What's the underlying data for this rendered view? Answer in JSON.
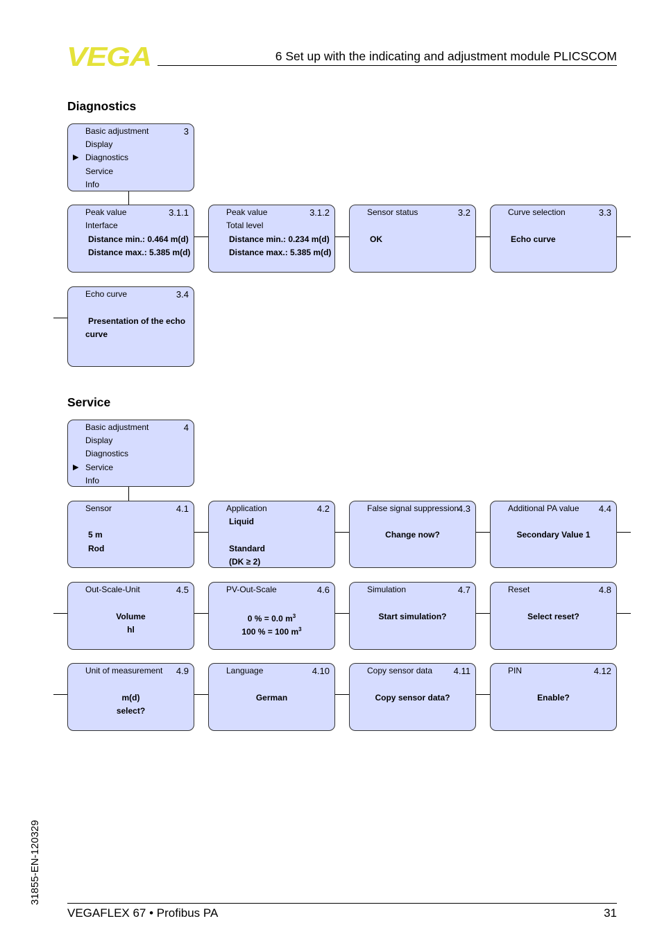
{
  "header": {
    "logo_text": "VEGA",
    "brand_color": "#e4e23a",
    "chapter": "6   Set up with the indicating and adjustment module PLICSCOM"
  },
  "box_color": "#d6dcff",
  "diagnostics": {
    "title": "Diagnostics",
    "menu": {
      "lines": [
        "Basic adjustment",
        "Display",
        "Diagnostics",
        "Service",
        "Info"
      ],
      "num": "3",
      "selected": "Diagnostics"
    },
    "b311": {
      "l1": "Peak value",
      "l2": "Interface",
      "l3": "Distance min.: 0.464 m(d)",
      "l4": "Distance max.: 5.385 m(d)",
      "num": "3.1.1"
    },
    "b312": {
      "l1": "Peak value",
      "l2": "Total level",
      "l3": "Distance min.: 0.234 m(d)",
      "l4": "Distance max.: 5.385 m(d)",
      "num": "3.1.2"
    },
    "b32": {
      "l1": "Sensor status",
      "l2": "OK",
      "num": "3.2"
    },
    "b33": {
      "l1": "Curve selection",
      "l2": "Echo curve",
      "num": "3.3"
    },
    "b34": {
      "l1": "Echo curve",
      "l2": "Presentation of the echo",
      "l3": "curve",
      "num": "3.4"
    }
  },
  "service": {
    "title": "Service",
    "menu": {
      "lines": [
        "Basic adjustment",
        "Display",
        "Diagnostics",
        "Service",
        "Info"
      ],
      "num": "4",
      "selected": "Service"
    },
    "b41": {
      "l1": "Sensor",
      "l2": "5 m",
      "l3": "Rod",
      "num": "4.1"
    },
    "b42": {
      "l1": "Application",
      "l2": "Liquid",
      "l3": "Standard",
      "l4": "(DK ≥ 2)",
      "num": "4.2"
    },
    "b43": {
      "l1": "False signal suppression",
      "l2": "Change now?",
      "num": "4.3"
    },
    "b44": {
      "l1": "Additional PA value",
      "l2": "Secondary Value 1",
      "num": "4.4"
    },
    "b45": {
      "l1": "Out-Scale-Unit",
      "l2": "Volume",
      "l3": "hl",
      "num": "4.5"
    },
    "b46": {
      "l1": "PV-Out-Scale",
      "l2": "0 % = 0.0 m",
      "l3": "100 % = 100 m",
      "sup": "3",
      "num": "4.6"
    },
    "b47": {
      "l1": "Simulation",
      "l2": "Start simulation?",
      "num": "4.7"
    },
    "b48": {
      "l1": "Reset",
      "l2": "Select reset?",
      "num": "4.8"
    },
    "b49": {
      "l1": "Unit of measurement",
      "l2": "m(d)",
      "l3": "select?",
      "num": "4.9"
    },
    "b410": {
      "l1": "Language",
      "l2": "German",
      "num": "4.10"
    },
    "b411": {
      "l1": "Copy sensor data",
      "l2": "Copy sensor data?",
      "num": "4.11"
    },
    "b412": {
      "l1": "PIN",
      "l2": "Enable?",
      "num": "4.12"
    }
  },
  "footer": {
    "doc_id": "31855-EN-120329",
    "product": "VEGAFLEX 67 • Profibus PA",
    "page": "31"
  }
}
